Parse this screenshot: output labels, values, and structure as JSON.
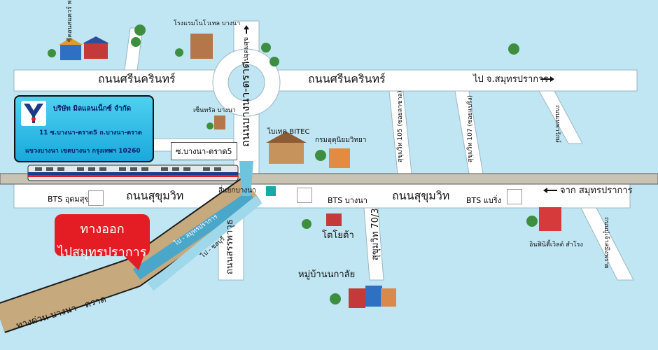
{
  "labels": {
    "road_srinakarin_left": "ถนนศรีนครินทร์",
    "road_srinakarin_right": "ถนนศรีนครินทร์",
    "to_samutprakan": "ไป จ.สมุทรปราการ",
    "from_samutprakan": "จาก สมุทรปราการ",
    "road_sukhumvit_left": "ถนนสุขุมวิท",
    "road_sukhumvit_right": "ถนนสุขุมวิท",
    "road_bangna_trat": "ถนนบางนา-ตราด",
    "road_sanphawut": "ถนนสรรพาวุธ",
    "soi_udomsuk": "ไปอุดมสุข",
    "soi_105": "สุขุมวิท 105 (ซอยลาซาล)",
    "soi_107": "สุขุมวิท 107 (ซอยแบริ่ง)",
    "soi_70_3": "สุขุมวิท 70/3",
    "road_theparak": "ถนนเทพารักษ์",
    "road_poochaosamingprai": "ถนนปู่เจ้าสมิงพราย",
    "sanphawut_junction": "สี่แยกบางนา",
    "soi_bangna_trat5": "ซ.บางนา-ตราด5",
    "expressway": "ทางด่วน บางนา - ตราด",
    "ramp_samutprakan": "ไป - สมุทรปราการ",
    "ramp_chonburi": "ไป - ชลบุรี",
    "bts_udomsuk": "BTS อุดมสุข",
    "bts_bangna": "BTS บางนา",
    "bts_bearing": "BTS แบริ่ง",
    "poi_carrefour_park": "ซีคอนสแควร์ พาราไดซ์ พาร์ค",
    "poi_novotel": "โรงแรมโนโวเทล บางนา",
    "poi_central_bangna": "เซ็นทรัล บางนา",
    "poi_bitec": "ไบเทค BITEC",
    "poi_dept_industry": "กรมอุตุนิยมวิทยา",
    "poi_toyota": "โตโยต้า",
    "poi_village": "หมู่บ้านนกาลัย",
    "poi_hospital": "อินฟินิตี้เวิลด์ สำโรง",
    "company_name": "บริษัท มิลแลนเน็กซ์ จำกัด",
    "company_addr1": "11 ซ.บางนา-ตราด5 ถ.บางนา-ตราด",
    "company_addr2": "แขวงบางนา เขตบางนา กรุงเทพฯ 10260",
    "exit_line1": "ทางออก",
    "exit_line2": "ไปสมุทรปราการ"
  },
  "colors": {
    "background": "#bfe6f2",
    "road": "#ffffff",
    "expressway": "#c7a97e",
    "ramp": "#6fc3dd",
    "exit_callout": "#e41d24",
    "company_box": "#1aa9dc"
  },
  "icons": [
    "bts-logo-icon",
    "tree-icon",
    "building-icon",
    "arrow-right-icon",
    "arrow-left-icon",
    "train-icon",
    "company-logo-icon"
  ]
}
